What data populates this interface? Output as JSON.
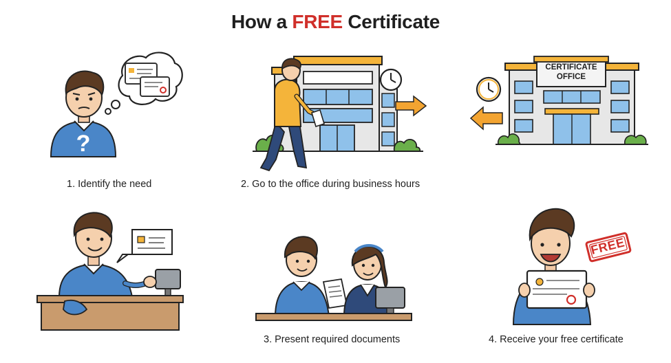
{
  "title": {
    "prefix": "How a",
    "highlight": "FREE",
    "suffix": "Certificate"
  },
  "building_sign": {
    "line1": "CERTIFICATE",
    "line2": "OFFICE"
  },
  "stamp_text": "FREE",
  "steps": [
    {
      "caption": "1. Identify the need"
    },
    {
      "caption": "2. Go to the office during business hours"
    },
    {
      "caption": "3. Present required documents"
    },
    {
      "caption": "4. Receive your free certificate"
    }
  ],
  "colors": {
    "accent_red": "#d02f2a",
    "shirt_blue": "#4a86c8",
    "jacket_yellow": "#f4b43a",
    "arrow_orange": "#f3a431",
    "desk_tan": "#c99b6d",
    "window_blue": "#8fc1ea",
    "bush_green": "#6aaf4a"
  }
}
